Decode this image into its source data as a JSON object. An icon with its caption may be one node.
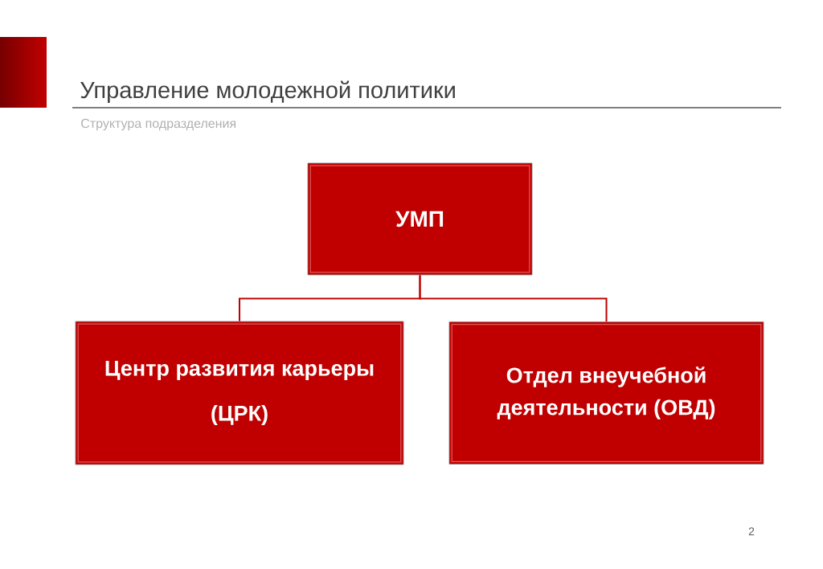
{
  "diagram": {
    "title": "Управление молодежной политики",
    "nodes": [
      {
        "text": [
          "УМП"
        ]
      },
      {
        "text": [
          "Центр развития карьеры (ЦРК)"
        ]
      },
      {
        "text": [
          "Отдел внеучебной деятельности (ОВД)"
        ]
      }
    ],
    "edges": [
      {
        "from": 0,
        "to": 1,
        "arrow": "none"
      },
      {
        "from": 0,
        "to": 2,
        "arrow": "none"
      }
    ],
    "labels": [
      "Структура подразделения",
      "2"
    ]
  }
}
